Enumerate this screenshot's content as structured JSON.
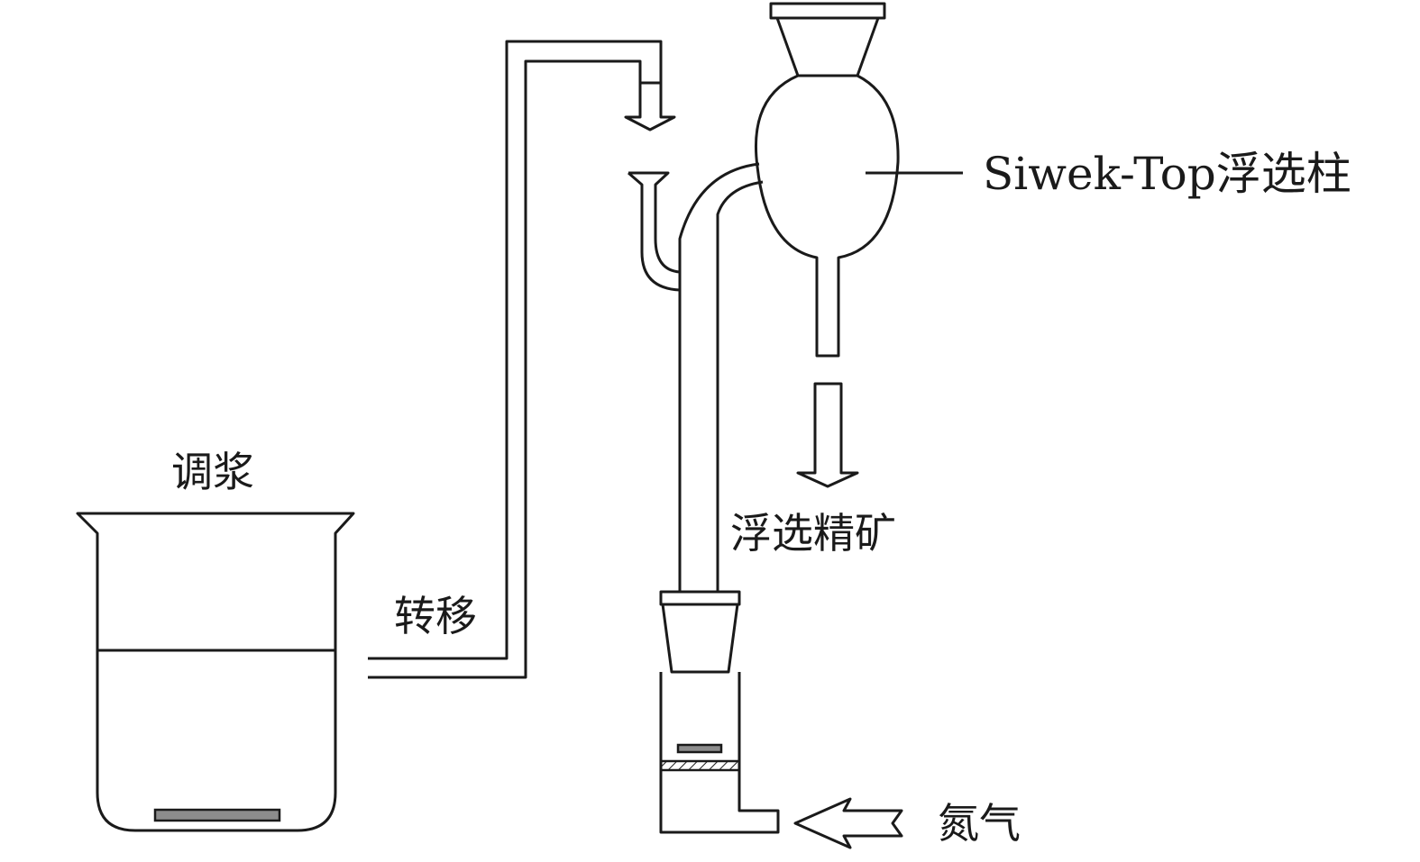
{
  "labels": {
    "column": "Siwek-Top浮选柱",
    "conditioning": "调浆",
    "transfer": "转移",
    "concentrate": "浮选精矿",
    "nitrogen": "氮气"
  },
  "colors": {
    "line": "#1a1a1a",
    "stir_bar": "#8c8c8c",
    "background": "#ffffff"
  }
}
